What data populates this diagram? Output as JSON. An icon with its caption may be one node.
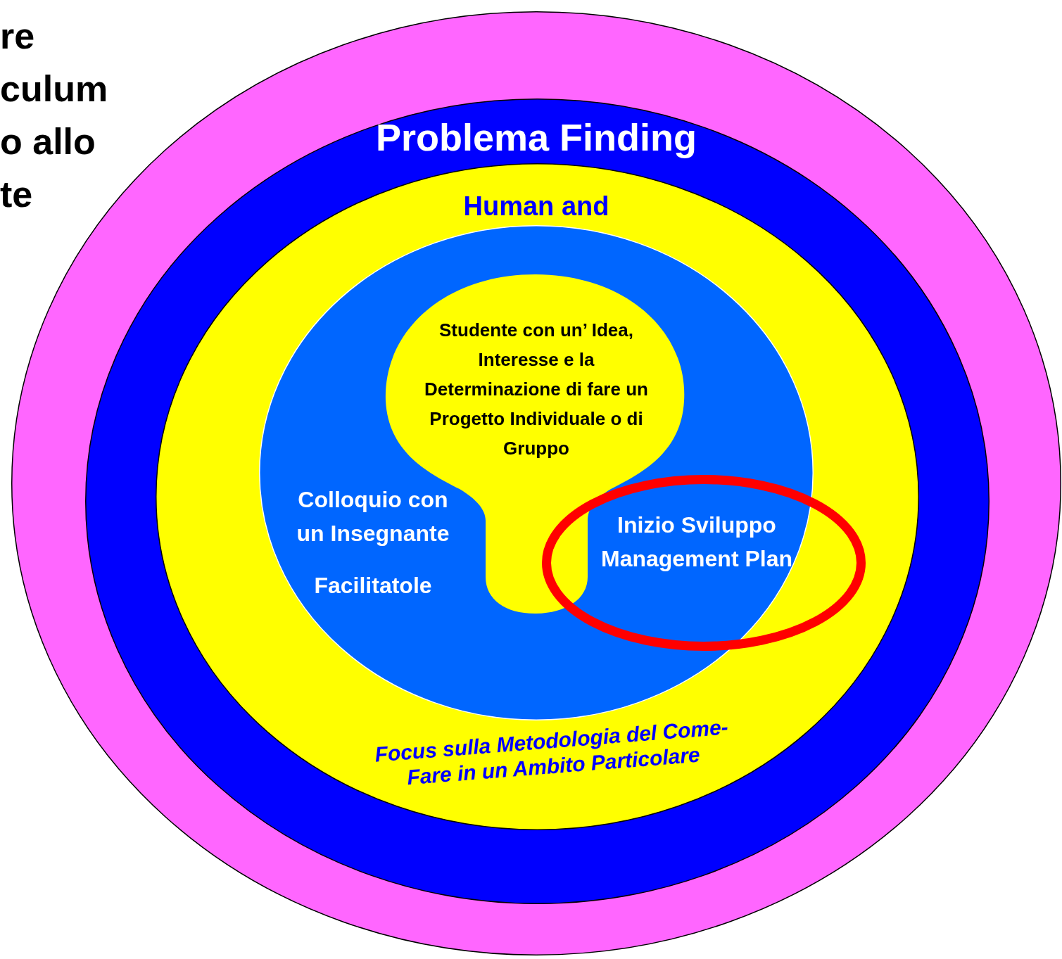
{
  "diagram": {
    "title": "Problema Finding",
    "nodes": [
      {
        "text": [],
        "shape": "ellipse"
      },
      {
        "text": [],
        "shape": "ellipse",
        "in": 0
      },
      {
        "text": [
          "Human and",
          "Focus sulla Metodologia del Come-Fare in un Ambito Particolare"
        ],
        "in": 1
      },
      {
        "text": [
          "Colloquio con un Insegnante",
          "Facilitatole"
        ],
        "in": 2
      },
      {
        "text": [
          "Studente con un’ Idea, Interesse e la Determinazione di fare un Progetto Individuale o di Gruppo"
        ],
        "in": 3
      },
      {
        "text": [
          "Inizio Sviluppo Management Plan"
        ],
        "in": 2
      }
    ],
    "edges": [],
    "labels": [
      "re",
      "culum",
      "o allo",
      "te"
    ]
  }
}
